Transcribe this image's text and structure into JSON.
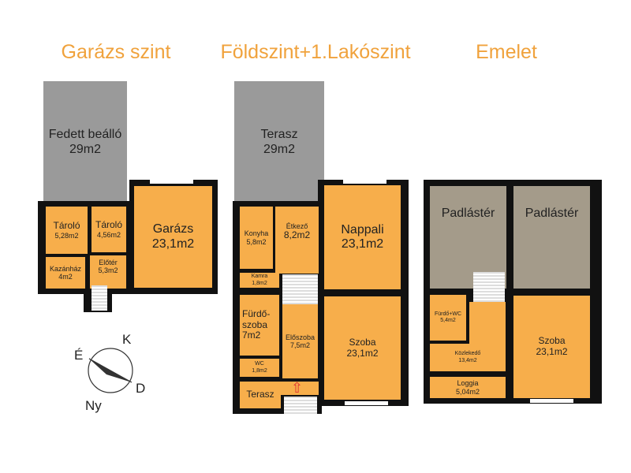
{
  "titles": {
    "garage_level": "Garázs szint",
    "ground_level": "Földszint+1.Lakószint",
    "upper_level": "Emelet"
  },
  "garage_level": {
    "covered_parking": {
      "name": "Fedett beálló",
      "area": "29m2"
    },
    "storage1": {
      "name": "Tároló",
      "area": "5,28m2"
    },
    "storage2": {
      "name": "Tároló",
      "area": "4,56m2"
    },
    "boiler": {
      "name": "Kazánház",
      "area": "4m2"
    },
    "hall": {
      "name": "Előtér",
      "area": "5,3m2"
    },
    "garage": {
      "name": "Garázs",
      "area": "23,1m2"
    }
  },
  "ground_level": {
    "terrace_top": {
      "name": "Terasz",
      "area": "29m2"
    },
    "kitchen": {
      "name": "Konyha",
      "area": "5,8m2"
    },
    "dining": {
      "name": "Étkező",
      "area": "8,2m2"
    },
    "pantry": {
      "name": "Kamra",
      "area": "1,8m2"
    },
    "living": {
      "name": "Nappali",
      "area": "23,1m2"
    },
    "bathroom": {
      "name1": "Fürdő-",
      "name2": "szoba",
      "area": "7m2"
    },
    "entry": {
      "name": "Előszoba",
      "area": "7,5m2"
    },
    "wc": {
      "name": "WC",
      "area": "1,8m2"
    },
    "terrace_bottom": {
      "name": "Terasz"
    },
    "room": {
      "name": "Szoba",
      "area": "23,1m2"
    }
  },
  "upper_level": {
    "attic1": {
      "name": "Padlástér"
    },
    "attic2": {
      "name": "Padlástér"
    },
    "bath_wc": {
      "name": "Fürdő+WC",
      "area": "5,4m2"
    },
    "corridor": {
      "name": "Közlekedő",
      "area": "13,4m2"
    },
    "loggia": {
      "name": "Loggia",
      "area": "5,04m2"
    },
    "room": {
      "name": "Szoba",
      "area": "23,1m2"
    }
  },
  "compass": {
    "west": "É",
    "north": "K",
    "east": "D",
    "south": "Ny"
  },
  "colors": {
    "title": "#f0a23c",
    "room": "#f7ae4b",
    "covered": "#9a9a9a",
    "attic": "#a49b8a"
  }
}
